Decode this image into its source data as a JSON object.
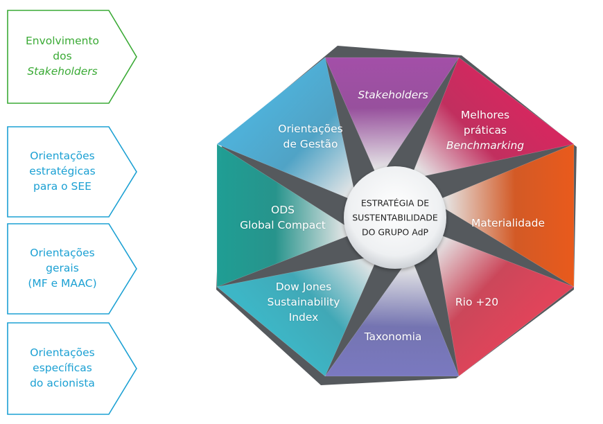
{
  "sidebar": {
    "boxes": [
      {
        "lines": [
          "Envolvimento",
          "dos",
          "Stakeholders"
        ],
        "italic_last": true,
        "color": "#3aaa35"
      },
      {
        "lines": [
          "Orientações",
          "estratégicas",
          "para o SEE"
        ],
        "italic_last": false,
        "color": "#1ba0d3"
      },
      {
        "lines": [
          "Orientações",
          "gerais",
          "(MF e MAAC)"
        ],
        "italic_last": false,
        "color": "#1ba0d3"
      },
      {
        "lines": [
          "Orientações",
          "específicas",
          "do acionista"
        ],
        "italic_last": false,
        "color": "#1ba0d3"
      }
    ]
  },
  "hub": {
    "lines": [
      "ESTRATÉGIA DE",
      "SUSTENTABILIDADE",
      "DO GRUPO AdP"
    ]
  },
  "segments": [
    {
      "lines": [
        "Stakeholders"
      ],
      "italic": [
        true
      ],
      "color": "#a34fa8"
    },
    {
      "lines": [
        "Melhores",
        "práticas",
        "Benchmarking"
      ],
      "italic": [
        false,
        false,
        true
      ],
      "color": "#d4285f"
    },
    {
      "lines": [
        "Materialidade"
      ],
      "italic": [
        false
      ],
      "color": "#e95a1c"
    },
    {
      "lines": [
        "Rio +20"
      ],
      "italic": [
        false
      ],
      "color": "#e0445a"
    },
    {
      "lines": [
        "Taxonomia"
      ],
      "italic": [
        false
      ],
      "color": "#7a79c0"
    },
    {
      "lines": [
        "Dow Jones",
        "Sustainability",
        "Index"
      ],
      "italic": [
        false,
        false,
        false
      ],
      "color": "#3db6c6"
    },
    {
      "lines": [
        "ODS",
        "Global Compact"
      ],
      "italic": [
        false,
        false
      ],
      "color": "#1f9e94"
    },
    {
      "lines": [
        "Orientações",
        "de Gestão"
      ],
      "italic": [
        false,
        false
      ],
      "color": "#4fb0d8"
    }
  ]
}
